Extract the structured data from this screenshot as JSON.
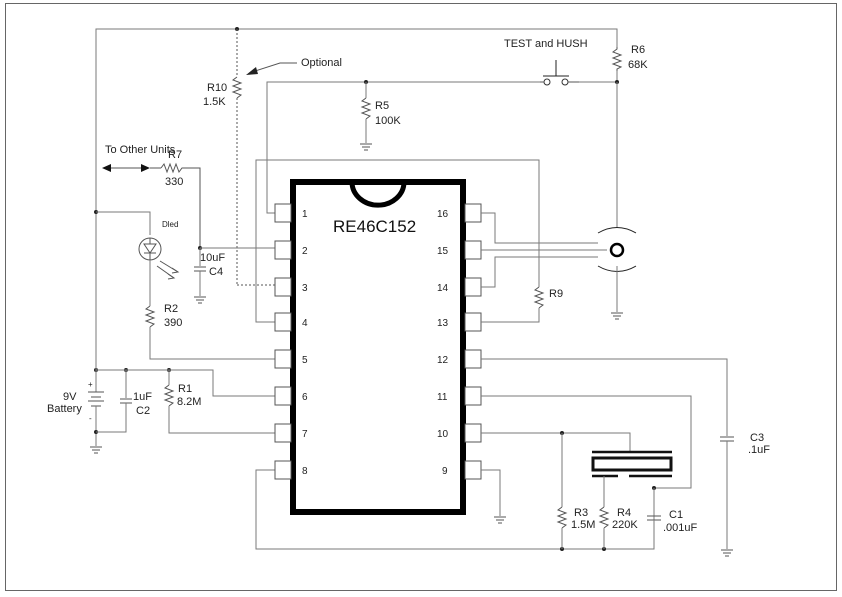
{
  "diagram": {
    "type": "circuit-schematic",
    "ic": {
      "name": "RE46C152",
      "pins_left": [
        "1",
        "2",
        "3",
        "4",
        "5",
        "6",
        "7",
        "8"
      ],
      "pins_right": [
        "16",
        "15",
        "14",
        "13",
        "12",
        "11",
        "10",
        "9"
      ]
    },
    "components": {
      "r10": {
        "ref": "R10",
        "value": "1.5K"
      },
      "optional": "Optional",
      "r5": {
        "ref": "R5",
        "value": "100K"
      },
      "switch": "TEST and HUSH",
      "r6": {
        "ref": "R6",
        "value": "68K"
      },
      "to_other_units": "To Other Units",
      "r7": {
        "ref": "R7",
        "value": "330"
      },
      "led": "Dled",
      "c4": {
        "ref": "C4",
        "value": "10uF"
      },
      "r2": {
        "ref": "R2",
        "value": "390"
      },
      "battery": {
        "value": "9V",
        "label": "Battery",
        "plus": "+",
        "minus": "-"
      },
      "c2": {
        "ref": "C2",
        "value": "1uF"
      },
      "r1": {
        "ref": "R1",
        "value": "8.2M"
      },
      "r9": {
        "ref": "R9"
      },
      "r3": {
        "ref": "R3",
        "value": "1.5M"
      },
      "r4": {
        "ref": "R4",
        "value": "220K"
      },
      "c1": {
        "ref": "C1",
        "value": ".001uF"
      },
      "c3": {
        "ref": "C3",
        "value": ".1uF"
      }
    }
  }
}
